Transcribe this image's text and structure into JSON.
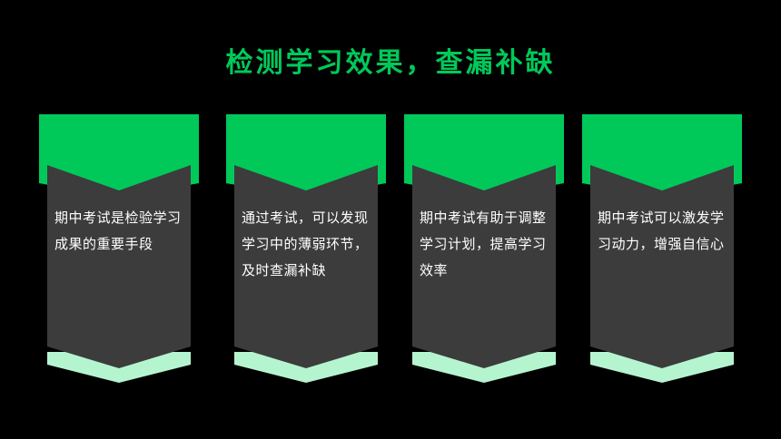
{
  "title": "检测学习效果，查漏补缺",
  "colors": {
    "background": "#000000",
    "accent_green": "#00c95a",
    "card_fill": "#3c3c3c",
    "mint_border": "#b4f5d0"
  },
  "cards": [
    {
      "text": "期中考试是检验学习成果的重要手段"
    },
    {
      "text": "通过考试，可以发现学习中的薄弱环节，及时查漏补缺"
    },
    {
      "text": "期中考试有助于调整学习计划，提高学习效率"
    },
    {
      "text": "期中考试可以激发学习动力，增强自信心"
    }
  ]
}
